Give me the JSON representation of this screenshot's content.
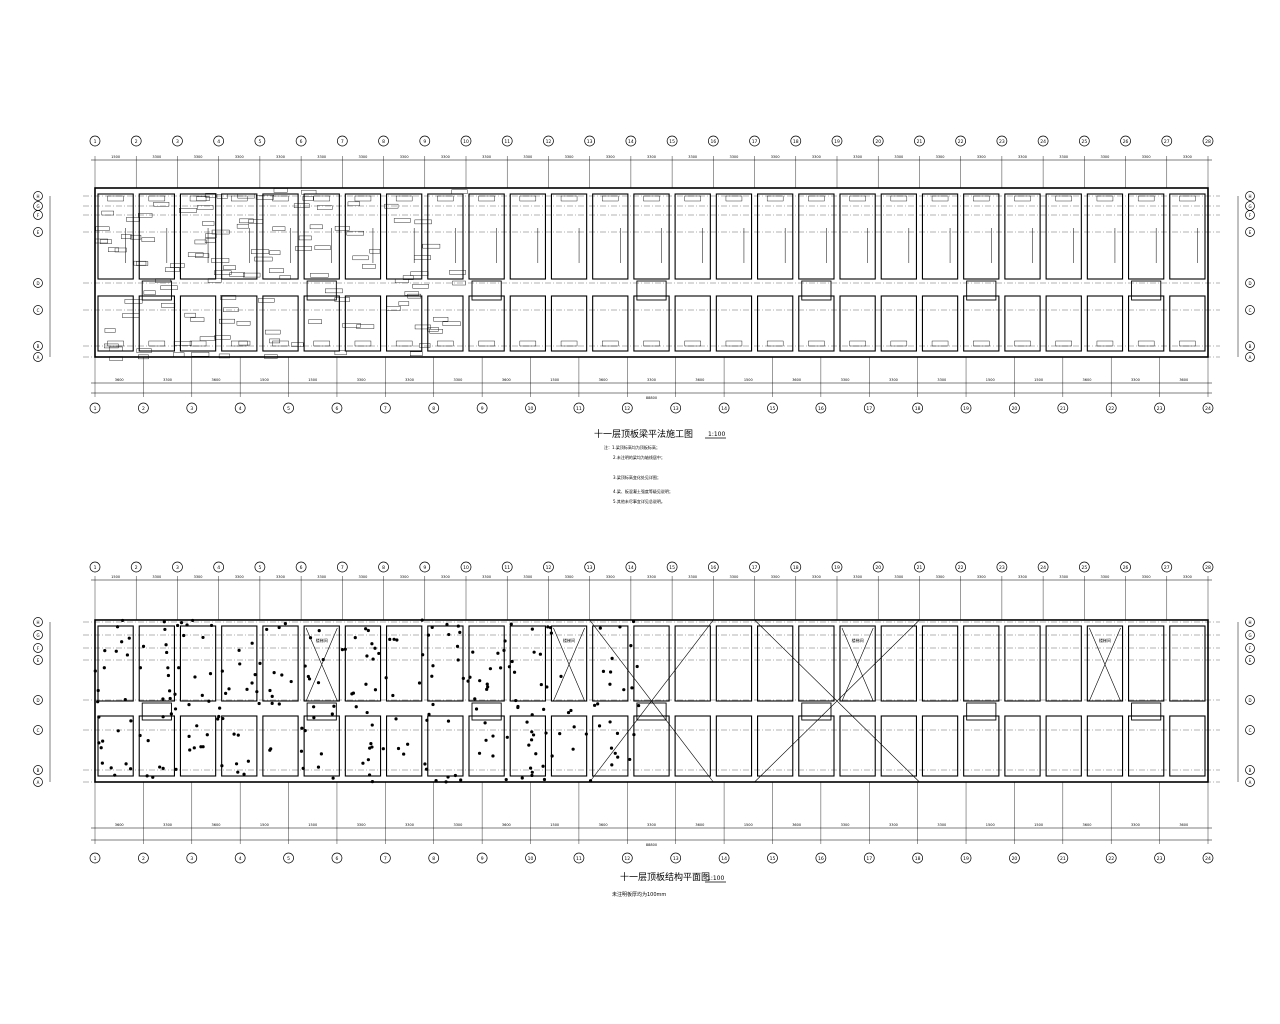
{
  "colors": {
    "background": "#ffffff",
    "ink": "#000000"
  },
  "top_plan": {
    "title": "十一层顶板梁平法施工图",
    "scale_label": "1:100",
    "notes": [
      "注：1.梁顶标高均为顶板标高；",
      "2.未注明的梁均为轴线居中；",
      "3.梁顶标高变化处见详图；",
      "4.梁、板混凝土强度等级见说明；",
      "5.其他未尽事宜详见总说明。"
    ],
    "dims_top": [
      "1500",
      "3300",
      "3300",
      "3300",
      "3300",
      "3300",
      "3300",
      "3300",
      "3300",
      "3300",
      "3300",
      "3300",
      "3300",
      "3300",
      "3300",
      "3300",
      "3300",
      "3300",
      "3300",
      "3300",
      "3300",
      "3300",
      "3300",
      "3300",
      "3300",
      "3300",
      "3300",
      "1500"
    ],
    "dims_bottom": [
      "3600",
      "3300",
      "3600",
      "1500",
      "1500",
      "3300",
      "3300",
      "3300",
      "3600",
      "1500",
      "3600",
      "3300",
      "3600",
      "1500",
      "3600",
      "3300",
      "3300",
      "3300",
      "1500",
      "1500",
      "3600",
      "3300",
      "3600"
    ],
    "grid_top": [
      "1",
      "2",
      "3",
      "4",
      "5",
      "6",
      "7",
      "8",
      "9",
      "10",
      "11",
      "12",
      "13",
      "14",
      "15",
      "16",
      "17",
      "18",
      "19",
      "20",
      "21",
      "22",
      "23",
      "24",
      "25",
      "26",
      "27",
      "28"
    ],
    "grid_bottom": [
      "1",
      "2",
      "3",
      "4",
      "5",
      "6",
      "7",
      "8",
      "9",
      "10",
      "11",
      "12",
      "13",
      "14",
      "15",
      "16",
      "17",
      "18",
      "19",
      "20",
      "21",
      "22",
      "23",
      "24"
    ],
    "grid_left": [
      "H",
      "G",
      "F",
      "E",
      "D",
      "C",
      "B",
      "A"
    ],
    "total_dim": "88800"
  },
  "bottom_plan": {
    "title": "十一层顶板结构平面图",
    "scale_label": "1:100",
    "subtitle": "未注明板厚均为100mm",
    "dims_top": [
      "1500",
      "3300",
      "3300",
      "3300",
      "3300",
      "3300",
      "3300",
      "3300",
      "3300",
      "3300",
      "3300",
      "3300",
      "3300",
      "3300",
      "3300",
      "3300",
      "3300",
      "3300",
      "3300",
      "3300",
      "3300",
      "3300",
      "3300",
      "3300",
      "3300",
      "3300",
      "3300",
      "1500"
    ],
    "dims_bottom": [
      "3600",
      "3300",
      "3600",
      "1500",
      "1500",
      "3300",
      "3300",
      "3300",
      "3600",
      "1500",
      "3600",
      "3300",
      "3600",
      "1500",
      "3600",
      "3300",
      "3300",
      "3300",
      "1500",
      "1500",
      "3600",
      "3300",
      "3600"
    ],
    "grid_top": [
      "1",
      "2",
      "3",
      "4",
      "5",
      "6",
      "7",
      "8",
      "9",
      "10",
      "11",
      "12",
      "13",
      "14",
      "15",
      "16",
      "17",
      "18",
      "19",
      "20",
      "21",
      "22",
      "23",
      "24",
      "25",
      "26",
      "27",
      "28"
    ],
    "grid_bottom": [
      "1",
      "2",
      "3",
      "4",
      "5",
      "6",
      "7",
      "8",
      "9",
      "10",
      "11",
      "12",
      "13",
      "14",
      "15",
      "16",
      "17",
      "18",
      "19",
      "20",
      "21",
      "22",
      "23",
      "24"
    ],
    "grid_left": [
      "H",
      "G",
      "F",
      "E",
      "D",
      "C",
      "B",
      "A"
    ],
    "total_dim": "88800",
    "stair_labels": [
      "楼梯间",
      "楼梯间",
      "楼梯间",
      "楼梯间"
    ]
  }
}
